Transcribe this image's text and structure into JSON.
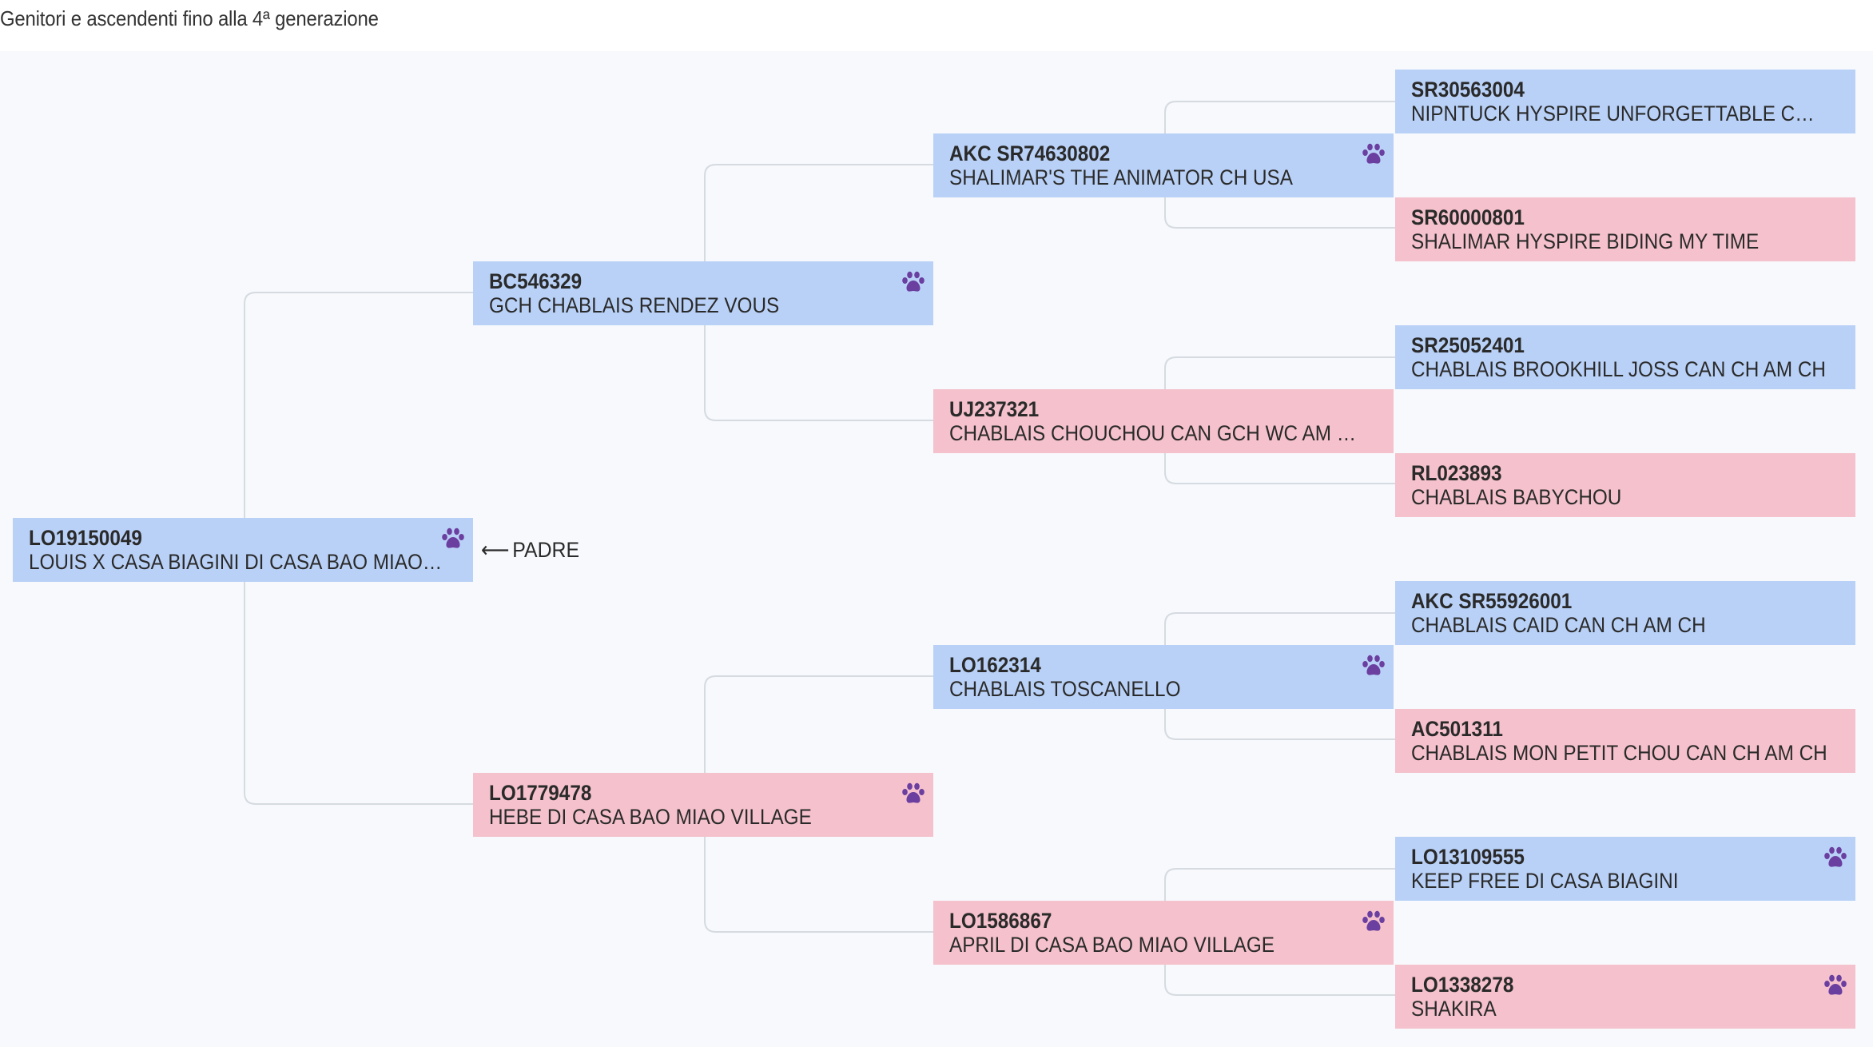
{
  "heading": "Genitori e ascendenti fino alla 4ª generazione",
  "padre_label": "PADRE",
  "padre_arrow": "⟵",
  "colors": {
    "male": "#b9d1f7",
    "female": "#f4c1cc",
    "paw": "#6b3fa0",
    "line": "#d6dbe1",
    "background": "#f7f9fc"
  },
  "icon": "paw-icon",
  "subject": {
    "reg": "LO19150049",
    "name": "LOUIS X CASA BIAGINI DI CASA BAO MIAO VILLAGE",
    "sex": "m",
    "paw": true
  },
  "sire": {
    "reg": "BC546329",
    "name": "GCH CHABLAIS RENDEZ VOUS",
    "sex": "m",
    "paw": true
  },
  "dam": {
    "reg": "LO1779478",
    "name": "HEBE DI CASA BAO MIAO VILLAGE",
    "sex": "f",
    "paw": true
  },
  "sire_sire": {
    "reg": "AKC SR74630802",
    "name": "SHALIMAR'S THE ANIMATOR CH USA",
    "sex": "m",
    "paw": true
  },
  "sire_dam": {
    "reg": "UJ237321",
    "name": "CHABLAIS CHOUCHOU CAN GCH WC AM GCH",
    "sex": "f",
    "paw": false
  },
  "dam_sire": {
    "reg": "LO162314",
    "name": "CHABLAIS TOSCANELLO",
    "sex": "m",
    "paw": true
  },
  "dam_dam": {
    "reg": "LO1586867",
    "name": "APRIL DI CASA BAO MIAO VILLAGE",
    "sex": "f",
    "paw": true
  },
  "ss_sire": {
    "reg": "SR30563004",
    "name": "NIPNTUCK HYSPIRE UNFORGETTABLE CH USA",
    "sex": "m",
    "paw": false
  },
  "ss_dam": {
    "reg": "SR60000801",
    "name": "SHALIMAR HYSPIRE BIDING MY TIME",
    "sex": "f",
    "paw": false
  },
  "sd_sire": {
    "reg": "SR25052401",
    "name": "CHABLAIS BROOKHILL JOSS CAN CH AM CH",
    "sex": "m",
    "paw": false
  },
  "sd_dam": {
    "reg": "RL023893",
    "name": "CHABLAIS BABYCHOU",
    "sex": "f",
    "paw": false
  },
  "ds_sire": {
    "reg": "AKC SR55926001",
    "name": "CHABLAIS CAID CAN CH AM CH",
    "sex": "m",
    "paw": false
  },
  "ds_dam": {
    "reg": "AC501311",
    "name": "CHABLAIS MON PETIT CHOU CAN CH AM CH",
    "sex": "f",
    "paw": false
  },
  "dd_sire": {
    "reg": "LO13109555",
    "name": "KEEP FREE DI CASA BIAGINI",
    "sex": "m",
    "paw": true
  },
  "dd_dam": {
    "reg": "LO1338278",
    "name": "SHAKIRA",
    "sex": "f",
    "paw": true
  }
}
